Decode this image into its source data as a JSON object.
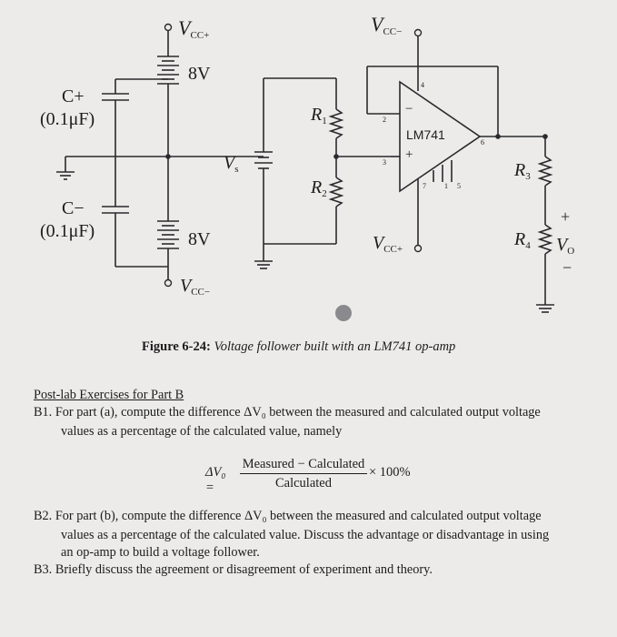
{
  "circuit": {
    "vcc_plus_top": "V",
    "vcc_plus_top_sub": "CC+",
    "vcc_minus_top": "V",
    "vcc_minus_top_sub": "CC−",
    "battery_top_value": "8V",
    "battery_bottom_value": "8V",
    "cap_plus_label": "C+",
    "cap_plus_value": "(0.1μF)",
    "cap_minus_label": "C−",
    "cap_minus_value": "(0.1μF)",
    "vs_label": "V",
    "vs_sub": "s",
    "r1_label": "R",
    "r1_sub": "1",
    "r2_label": "R",
    "r2_sub": "2",
    "r3_label": "R",
    "r3_sub": "3",
    "r4_label": "R",
    "r4_sub": "4",
    "opamp_label": "LM741",
    "pin_4": "4",
    "pin_2": "2",
    "pin_3": "3",
    "pin_6": "6",
    "pin_7": "7",
    "pin_1": "1",
    "pin_5": "5",
    "opamp_minus": "−",
    "opamp_plus": "+",
    "vcc_plus_bottom": "V",
    "vcc_plus_bottom_sub": "CC+",
    "vcc_minus_bottom": "V",
    "vcc_minus_bottom_sub": "CC−",
    "vo_plus": "+",
    "vo_label": "V",
    "vo_sub": "O",
    "vo_minus": "−"
  },
  "figure": {
    "label": "Figure 6-24:",
    "caption": "Voltage follower built with an LM741 op-amp"
  },
  "postlab": {
    "heading": "Post-lab Exercises for Part B",
    "b1_line1": "B1.  For part (a), compute the difference ΔV₀ between the measured and calculated output voltage",
    "b1_line2": "values as a percentage of the calculated value, namely",
    "formula_lhs": "ΔV₀ =",
    "formula_num": "Measured − Calculated",
    "formula_den": "Calculated",
    "formula_tail": "× 100%",
    "b2_line1": "B2.  For part (b), compute the difference ΔV₀ between the measured and calculated output voltage",
    "b2_line2": "values as a percentage of the calculated value. Discuss the advantage or disadvantage in using",
    "b2_line3": "an op-amp to build a voltage follower.",
    "b3_line1": "B3.  Briefly discuss the agreement or disagreement of experiment and theory."
  }
}
